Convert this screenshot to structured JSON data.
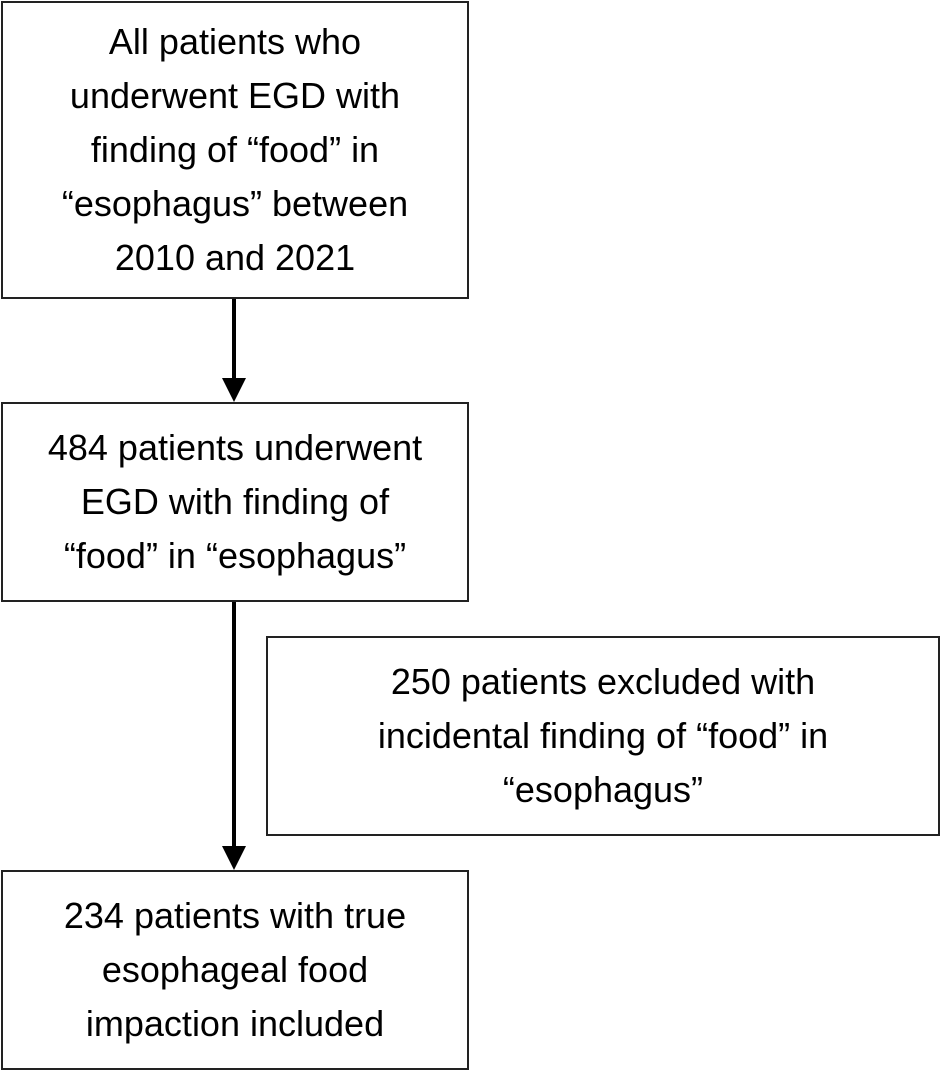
{
  "flowchart": {
    "boxes": [
      {
        "lines": [
          "All patients who",
          "underwent EGD with",
          "finding of “food” in",
          "“esophagus” between",
          "2010 and 2021"
        ]
      },
      {
        "lines": [
          "484 patients underwent",
          "EGD with finding of",
          "“food” in “esophagus”"
        ]
      },
      {
        "lines": [
          "250 patients excluded with",
          "incidental finding of “food” in",
          "“esophagus”"
        ]
      },
      {
        "lines": [
          "234 patients with true",
          "esophageal food",
          "impaction included"
        ]
      }
    ],
    "colors": {
      "border": "#222222",
      "arrow": "#000000",
      "background": "#ffffff"
    }
  }
}
